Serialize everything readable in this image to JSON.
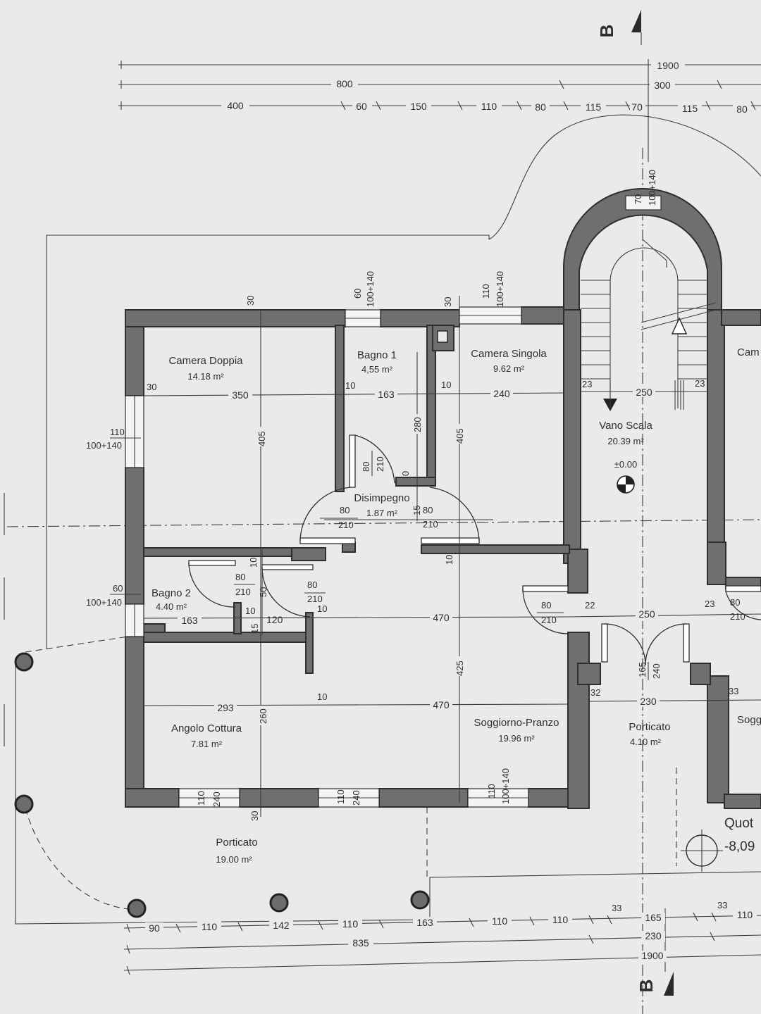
{
  "section_marks": [
    "B",
    "B"
  ],
  "rooms": [
    {
      "name": "Camera Doppia",
      "area": "14.18 m²"
    },
    {
      "name": "Bagno 1",
      "area": "4,55 m²"
    },
    {
      "name": "Camera Singola",
      "area": "9.62 m²"
    },
    {
      "name": "Vano Scala",
      "area": "20.39 m²"
    },
    {
      "name": "Disimpegno",
      "area": "1.87 m²"
    },
    {
      "name": "Bagno 2",
      "area": "4.40 m²"
    },
    {
      "name": "Angolo Cottura",
      "area": "7.81 m²"
    },
    {
      "name": "Soggiorno-Pranzo",
      "area": "19.96 m²"
    },
    {
      "name": "Porticato",
      "area": "4.10 m²"
    },
    {
      "name": "Porticato",
      "area": "19.00 m²"
    },
    {
      "name": "Cam",
      "area": ""
    },
    {
      "name": "Sogg",
      "area": ""
    }
  ],
  "level_marker": "±0.00",
  "quota": {
    "label": "Quot",
    "value": "-8,09"
  },
  "top_dims": {
    "row1": [
      "1900"
    ],
    "row2": [
      "800",
      "300"
    ],
    "row3": [
      "400",
      "60",
      "150",
      "110",
      "80",
      "115",
      "70",
      "115",
      "80"
    ]
  },
  "bottom_dims": {
    "row1": [
      "90",
      "110",
      "142",
      "110",
      "163",
      "110",
      "110",
      "33",
      "165",
      "33",
      "110"
    ],
    "row2": [
      "835",
      "230"
    ],
    "row3": [
      "1900"
    ]
  },
  "inner_dims": {
    "d30a": "30",
    "d30b": "30",
    "d30c": "30",
    "d30d": "30",
    "d350": "350",
    "d10a": "10",
    "d163a": "163",
    "d10b": "10",
    "d240": "240",
    "d23a": "23",
    "d250a": "250",
    "d23b": "23",
    "d405a": "405",
    "d405b": "405",
    "d280": "280",
    "d80_210_a_w": "80",
    "d80_210_a_h": "210",
    "d0": "0",
    "d15": "15",
    "d80_210_b_w": "80",
    "d80_210_b_h": "210",
    "d80_210_c_w": "80",
    "d80_210_c_h": "210",
    "d10c": "10",
    "d10d": "10",
    "d80_210_d_w": "80",
    "d80_210_d_h": "210",
    "d50": "50",
    "d80_210_e_w": "80",
    "d80_210_e_h": "210",
    "d10e": "10",
    "d10f": "10",
    "d163b": "163",
    "d15b": "15",
    "d120": "120",
    "d470a": "470",
    "d80_210_f_w": "80",
    "d80_210_f_h": "210",
    "d22": "22",
    "d250b": "250",
    "d23c": "23",
    "d80_210_g_w": "80",
    "d80_210_g_h": "210",
    "d425": "425",
    "d165": "165",
    "d240b": "240",
    "d32": "32",
    "d230": "230",
    "d33": "33",
    "d293": "293",
    "d260": "260",
    "d10g": "10",
    "d470b": "470",
    "d110_240_a": "110",
    "d110_240_a2": "240",
    "d110_240_b": "110",
    "d110_240_b2": "240",
    "d110_140_a": "110",
    "d110_140_a2": "100+140",
    "d60_140_a": "60",
    "d60_140_a2": "100+140",
    "d110_140_b": "110",
    "d110_140_b2": "100+140",
    "d70_140": "70",
    "d70_140b": "100+140",
    "dleft110": "110",
    "dleft110b": "100+140",
    "dleft60": "60",
    "dleft60b": "100+140"
  }
}
